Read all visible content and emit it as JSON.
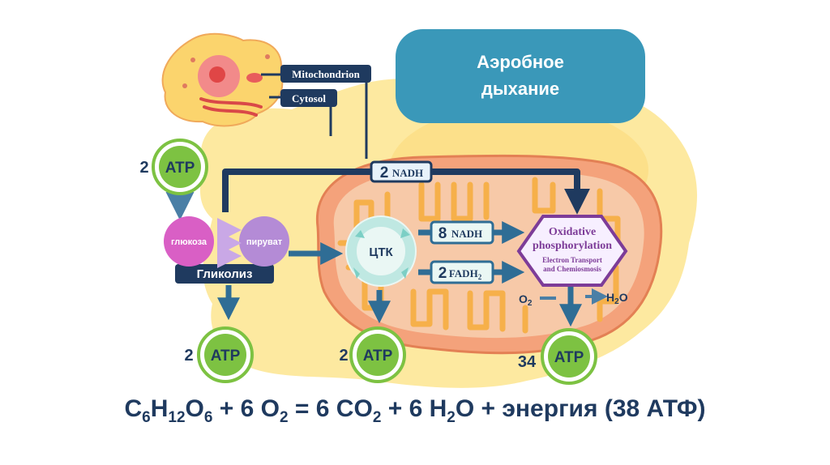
{
  "title": {
    "line1": "Аэробное",
    "line2": "дыхание"
  },
  "cell_labels": {
    "mitochondrion": "Mitochondrion",
    "cytosol": "Cytosol"
  },
  "glycolysis": {
    "glucose": "глюкоза",
    "pyruvate": "пируват",
    "label": "Гликолиз"
  },
  "cycle": {
    "label": "ЦТК"
  },
  "carriers": {
    "nadh_top": {
      "count": "2",
      "name": "NADH"
    },
    "nadh_mid": {
      "count": "8",
      "name": "NADH"
    },
    "fadh2": {
      "count": "2",
      "name": "FADH",
      "sub": "2"
    }
  },
  "oxphos": {
    "title_line1": "Oxidative",
    "title_line2": "phosphorylation",
    "sub_line1": "Electron Transport",
    "sub_line2": "and Chemiosmosis"
  },
  "oxygen": {
    "o2_base": "O",
    "o2_sub": "2",
    "h2o_pre": "H",
    "h2o_sub": "2",
    "h2o_post": "O"
  },
  "atp": {
    "label": "ATP",
    "top_count": "2",
    "glycolysis_count": "2",
    "cycle_count": "2",
    "oxphos_count": "34"
  },
  "equation": {
    "c": "C",
    "c_sub": "6",
    "h": "H",
    "h_sub": "12",
    "o": "O",
    "o_sub": "6",
    "part2": " + 6 O",
    "o2_sub": "2",
    "part3": " = 6 CO",
    "co2_sub": "2",
    "part4": " + 6 H",
    "h2o_sub": "2",
    "part5": "O + энергия (38 АТФ)"
  },
  "colors": {
    "background_blob": "#fde9a0",
    "title_box": "#3a98b9",
    "navy": "#1f3a5f",
    "steel_arrow": "#2f6d95",
    "mitochondrion": "#f4a27b",
    "cristae": "#f7c9a8",
    "atp_green": "#7dc242",
    "oxphos_purple": "#7d3c98",
    "glucose_pink": "#d95fc5",
    "pyruvate_purple": "#b48bd6",
    "cycle_mint": "#bfe8e2"
  }
}
